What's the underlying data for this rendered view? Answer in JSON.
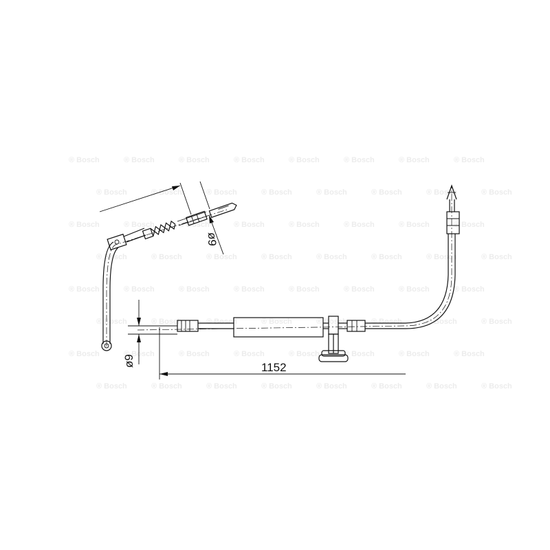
{
  "dimensions": {
    "length_label": "1152",
    "diameter_left": "ø9",
    "diameter_right": "ø9"
  },
  "watermark": {
    "brand": "Bosch"
  }
}
